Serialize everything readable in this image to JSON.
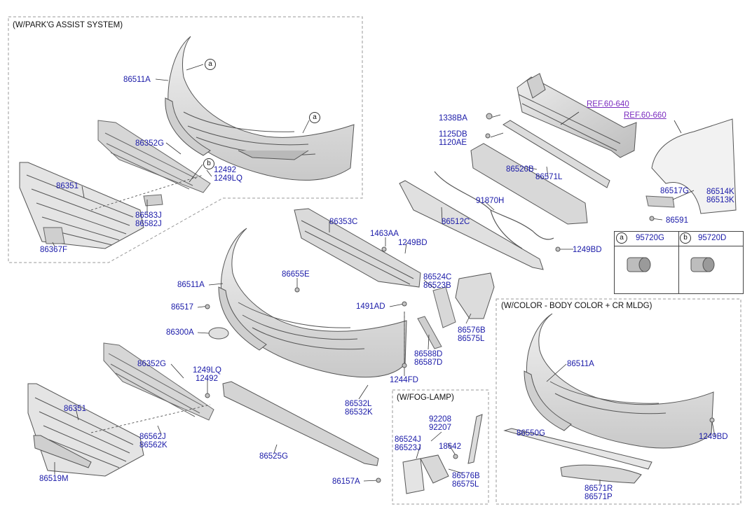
{
  "sections": {
    "park_assist": "(W/PARK'G ASSIST SYSTEM)",
    "color_body": "(W/COLOR - BODY COLOR + CR MLDG)",
    "fog_lamp": "(W/FOG-LAMP)"
  },
  "refs": {
    "ref_640": "REF.60-640",
    "ref_660": "REF.60-660"
  },
  "markers": {
    "a": "a",
    "b": "b"
  },
  "sensor_box": {
    "a_part": "95720G",
    "b_part": "95720D"
  },
  "labels": {
    "p86511A_top": "86511A",
    "p86352G_top": "86352G",
    "p12492_top": "12492",
    "p1249LQ_top": "1249LQ",
    "p86351_top": "86351",
    "p86583J": "86583J",
    "p86582J": "86582J",
    "p86367F": "86367F",
    "p1338BA": "1338BA",
    "p1125DB": "1125DB",
    "p1120AE": "1120AE",
    "p86520B": "86520B",
    "p86571L": "86571L",
    "p91870H": "91870H",
    "p86512C": "86512C",
    "p1249BD_mid": "1249BD",
    "p86517G": "86517G",
    "p86514K": "86514K",
    "p86513K": "86513K",
    "p86591": "86591",
    "p86353C": "86353C",
    "p1463AA": "1463AA",
    "p1249BD_c": "1249BD",
    "p86511A_mid": "86511A",
    "p86655E": "86655E",
    "p86524C": "86524C",
    "p86523B": "86523B",
    "p86517": "86517",
    "p1491AD": "1491AD",
    "p86300A": "86300A",
    "p86576B_mid": "86576B",
    "p86575L_mid": "86575L",
    "p86588D": "86588D",
    "p86587D": "86587D",
    "p86352G_bot": "86352G",
    "p1249LQ_bot": "1249LQ",
    "p12492_bot": "12492",
    "p1244FD": "1244FD",
    "p86532L": "86532L",
    "p86532K": "86532K",
    "p86351_bot": "86351",
    "p86562J": "86562J",
    "p86562K": "86562K",
    "p86525G": "86525G",
    "p86519M": "86519M",
    "p86157A": "86157A",
    "p92208": "92208",
    "p92207": "92207",
    "p86524J": "86524J",
    "p86523J": "86523J",
    "p18642": "18642",
    "p86576B_fog": "86576B",
    "p86575L_fog": "86575L",
    "p86511A_right": "86511A",
    "p86550G": "86550G",
    "p1249BD_right": "1249BD",
    "p86571R": "86571R",
    "p86571P": "86571P"
  },
  "colors": {
    "part_label": "#1a1aa8",
    "reference": "#7a2bbf",
    "part_fill": "#e2e2e2",
    "part_line": "#555555"
  }
}
